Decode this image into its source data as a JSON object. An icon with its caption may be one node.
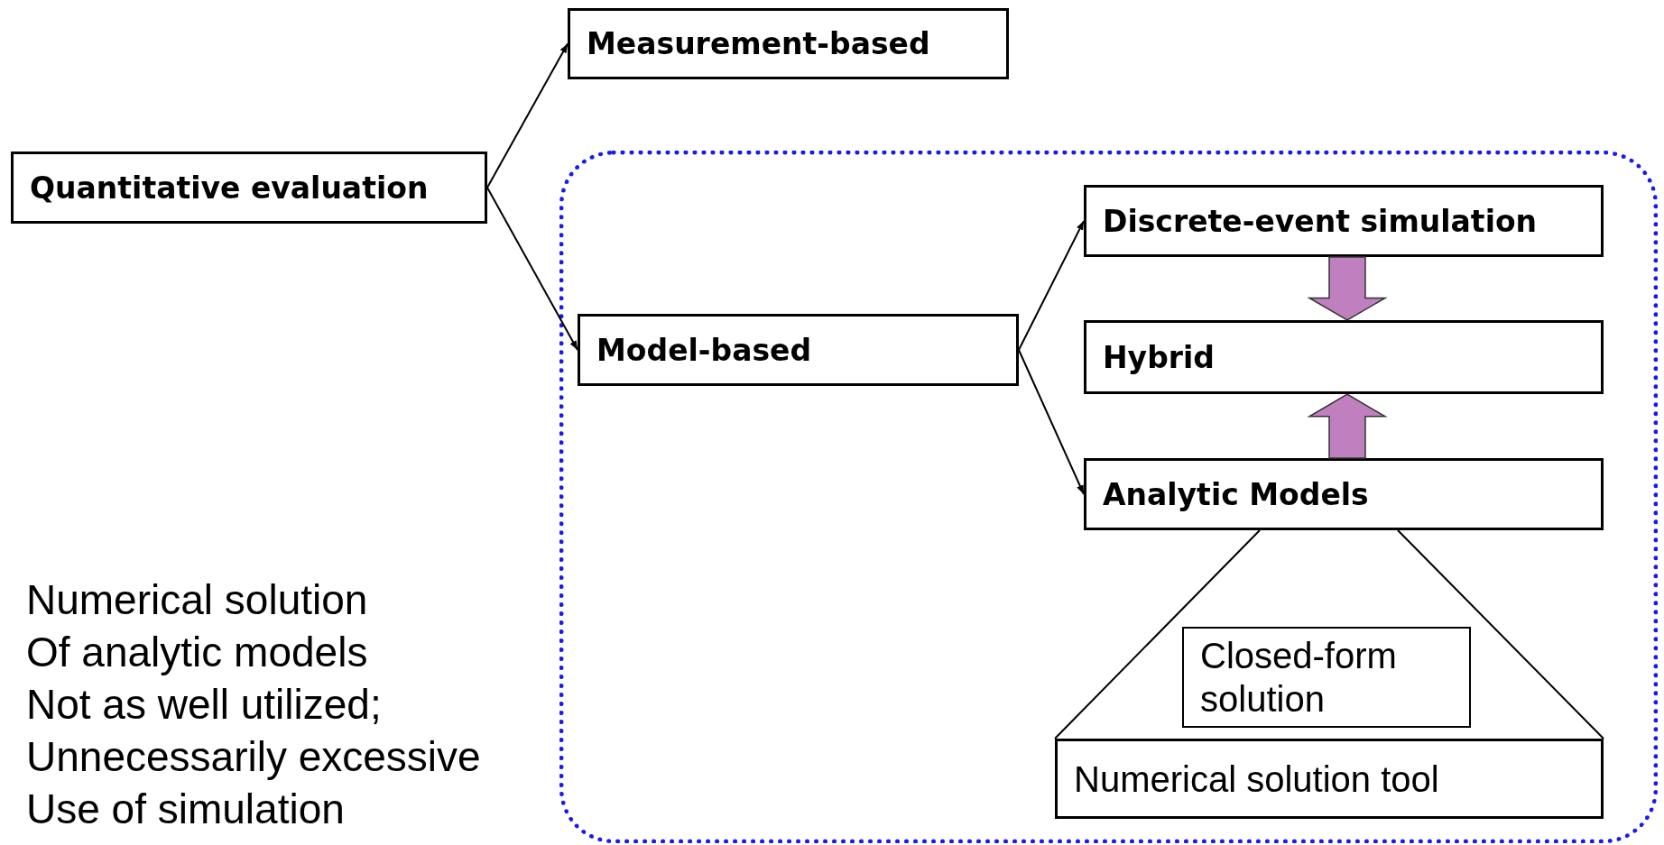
{
  "diagram": {
    "nodes": [
      {
        "text": [
          "Measurement-based"
        ]
      },
      {
        "text": [
          "Quantitative evaluation"
        ]
      },
      {
        "text": [],
        "shape": "box"
      },
      {
        "text": [
          "Model-based"
        ],
        "in": 2
      },
      {
        "text": [
          "Discrete-event simulation"
        ],
        "in": 2
      },
      {
        "text": [
          "Hybrid"
        ],
        "in": 2
      },
      {
        "text": [
          "Analytic Models"
        ],
        "in": 2
      },
      {
        "text": [
          "Closed-form solution"
        ],
        "in": 2
      },
      {
        "text": [
          "Numerical solution tool"
        ],
        "in": 2
      }
    ],
    "edges": [
      {
        "from": 1,
        "to": 0,
        "arrow": "to"
      },
      {
        "from": 1,
        "to": 3,
        "arrow": "to"
      },
      {
        "from": 3,
        "to": 4,
        "arrow": "to"
      },
      {
        "from": 3,
        "to": 6,
        "arrow": "to"
      },
      {
        "from": 4,
        "to": 5,
        "arrow": "to",
        "style": "thick",
        "color": "#c080c0"
      },
      {
        "from": 6,
        "to": 5,
        "arrow": "to",
        "style": "thick",
        "color": "#c080c0"
      },
      {
        "from": 6,
        "to": 8,
        "arrow": "none"
      },
      {
        "from": 6,
        "to": 8,
        "arrow": "none"
      }
    ],
    "labels": [
      "Numerical solution",
      "Of analytic models",
      "Not as well utilized;",
      "Unnecessarily excessive",
      "Use of simulation"
    ]
  }
}
